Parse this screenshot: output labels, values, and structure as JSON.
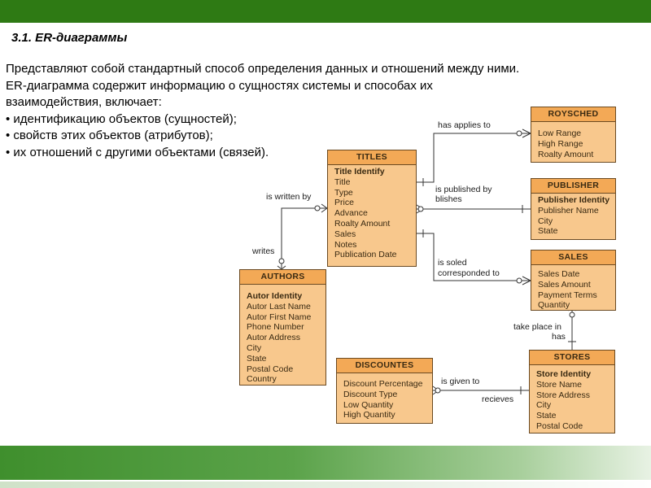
{
  "slide": {
    "title": "3.1. ER-диаграммы",
    "paragraph_lines": [
      "Представляют собой стандартный способ определения данных и отношений между ними.",
      "ER-диаграмма содержит информацию о сущностях системы и способах их",
      "взаимодействия, включает:",
      "• идентификацию объектов (сущностей);",
      "• свойств этих объектов (атрибутов);",
      "• их отношений с другими объектами (связей)."
    ]
  },
  "entities": {
    "titles": {
      "name": "TITLES",
      "key": "Title Identify",
      "attributes": [
        "Title",
        "Type",
        "Price",
        "Advance",
        "Roalty Amount",
        "Sales",
        "Notes",
        "Publication Date"
      ]
    },
    "royscheds": {
      "name": "ROYSCHED",
      "key": "",
      "attributes": [
        "Low Range",
        "High Range",
        "Roalty Amount"
      ]
    },
    "publisher": {
      "name": "PUBLISHER",
      "key": "Publisher Identity",
      "attributes": [
        "Publisher Name",
        "City",
        "State"
      ]
    },
    "sales": {
      "name": "SALES",
      "key": "",
      "attributes": [
        "Sales Date",
        "Sales Amount",
        "Payment Terms",
        "Quantity"
      ]
    },
    "authors": {
      "name": "AUTHORS",
      "key": "Autor Identity",
      "attributes": [
        "Autor Last Name",
        "Autor First Name",
        "Phone Number",
        "Autor Address",
        "City",
        "State",
        "Postal Code",
        "Country"
      ]
    },
    "discountes": {
      "name": "DISCOUNTES",
      "key": "",
      "attributes": [
        "Discount Percentage",
        "Discount Type",
        "Low Quantity",
        "High Quantity"
      ]
    },
    "stores": {
      "name": "STORES",
      "key": "Store Identity",
      "attributes": [
        "Store Name",
        "Store Address",
        "City",
        "State",
        "Postal Code"
      ]
    }
  },
  "relationships": {
    "has_applies_to": "has applies to",
    "is_published_by": "is published by",
    "blishes": "blishes",
    "is_soled": "is soled",
    "corresponded_to": "corresponded to",
    "is_written_by": "is written by",
    "writes": "writes",
    "take_place_in": "take place in",
    "has": "has",
    "is_given_to": "is given to",
    "recieves": "recieves"
  }
}
